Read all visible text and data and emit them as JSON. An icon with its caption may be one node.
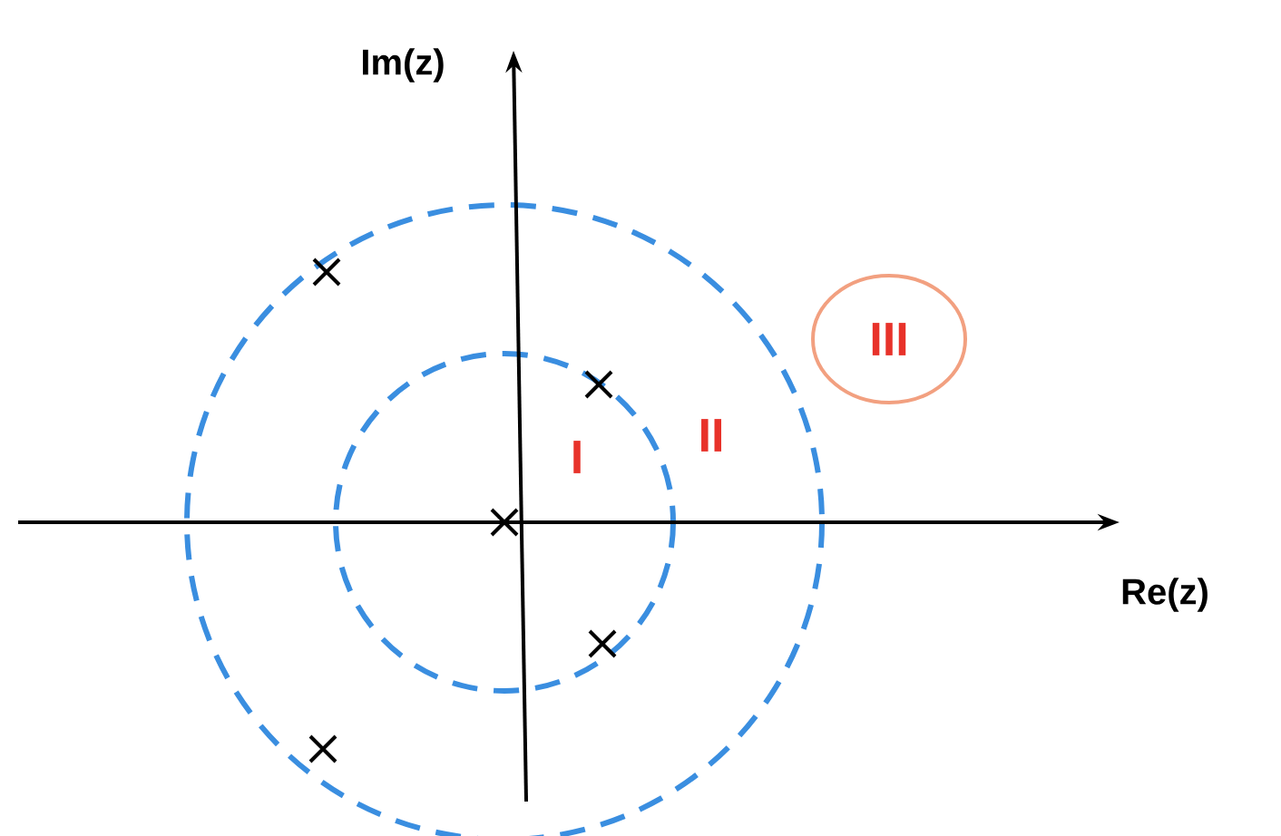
{
  "diagram": {
    "nodes": [
      {
        "text": [
          "III"
        ]
      }
    ],
    "labels": [
      "Im(z)",
      "I",
      "II",
      "Re(z)"
    ]
  }
}
